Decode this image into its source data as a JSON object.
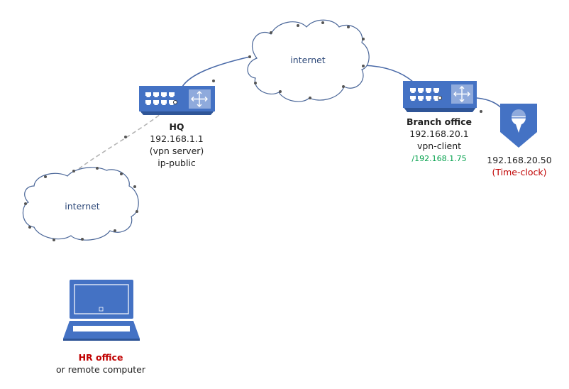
{
  "colors": {
    "device_blue": "#4472c4",
    "device_dark": "#2f5597",
    "cloud_stroke": "#4a6698",
    "link": "#4a6aa8",
    "dashed_link": "#b4b4b4",
    "red_label": "#c00000",
    "green_label": "#00a04a"
  },
  "clouds": {
    "top": {
      "label": "internet",
      "icon": "cloud-icon"
    },
    "left": {
      "label": "internet",
      "icon": "cloud-icon"
    }
  },
  "hq": {
    "icon": "router-switch-icon",
    "name": "HQ",
    "ip": "192.168.1.1",
    "role": "(vpn server)",
    "note": "ip-public"
  },
  "branch": {
    "icon": "router-switch-icon",
    "name": "Branch office",
    "ip": "192.168.20.1",
    "role": "vpn-client",
    "tunnel_ip": "/192.168.1.75"
  },
  "timeclock": {
    "icon": "location-pin-icon",
    "ip": "192.168.20.50",
    "name": "(Time-clock)"
  },
  "hr": {
    "icon": "laptop-icon",
    "name": "HR office",
    "subtitle": "or remote computer"
  }
}
